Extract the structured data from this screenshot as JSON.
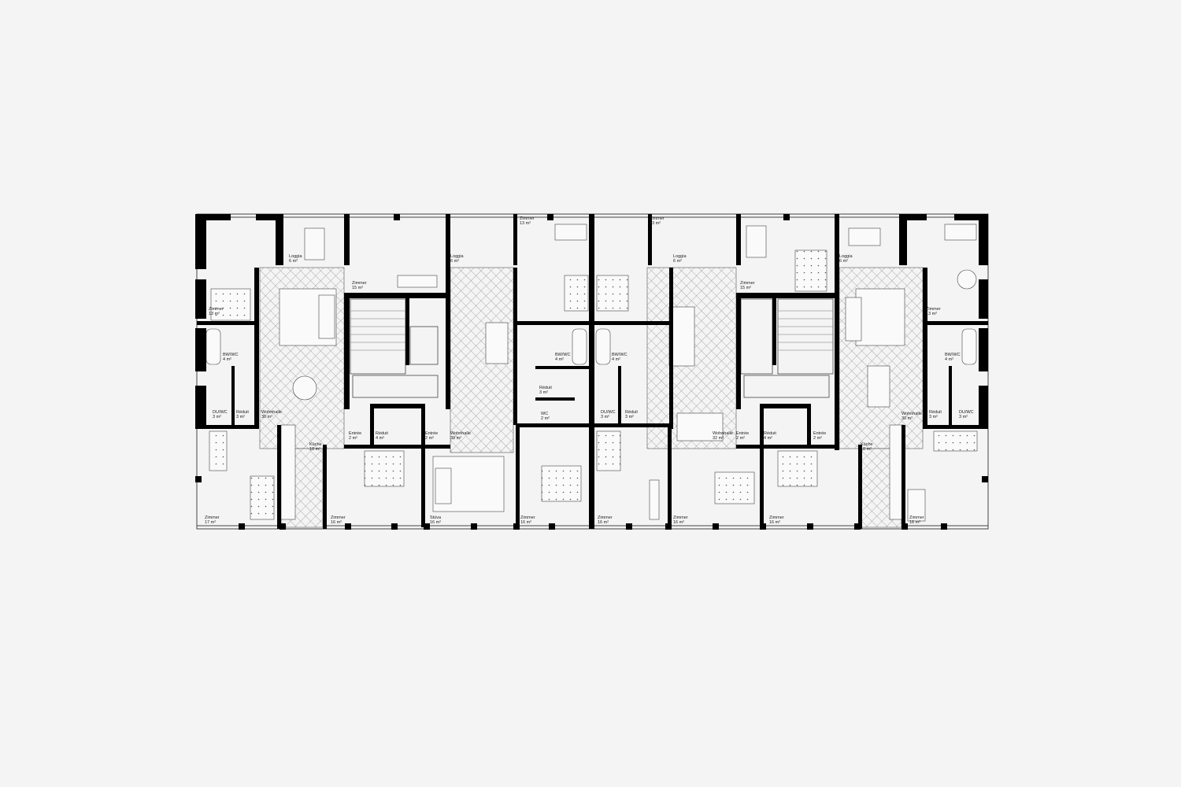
{
  "plan": {
    "colors": {
      "background": "#f4f4f4",
      "wall": "#000000",
      "line": "#333333",
      "hatch": "#9a9a9a"
    },
    "rooms": [
      {
        "name": "Zimmer",
        "area": "13 m²"
      },
      {
        "name": "Loggia",
        "area": "6 m²"
      },
      {
        "name": "Zimmer",
        "area": "15 m²"
      },
      {
        "name": "BW/WC",
        "area": "4 m²"
      },
      {
        "name": "DU/WC",
        "area": "3 m²"
      },
      {
        "name": "Réduit",
        "area": "3 m²"
      },
      {
        "name": "Wohnhalle",
        "area": "30 m²"
      },
      {
        "name": "Küche",
        "area": "10 m²"
      },
      {
        "name": "Zimmer",
        "area": "17 m²"
      },
      {
        "name": "Zimmer",
        "area": "16 m²"
      },
      {
        "name": "Entrée",
        "area": "2 m²"
      },
      {
        "name": "Réduit",
        "area": "4 m²"
      },
      {
        "name": "Entrée",
        "area": "2 m²"
      },
      {
        "name": "Wohnhalle",
        "area": "39 m²"
      },
      {
        "name": "Stüva",
        "area": "16 m²"
      },
      {
        "name": "Loggia",
        "area": "6 m²"
      },
      {
        "name": "Zimmer",
        "area": "13 m²"
      },
      {
        "name": "BW/WC",
        "area": "4 m²"
      },
      {
        "name": "Réduit",
        "area": "3 m²"
      },
      {
        "name": "WC",
        "area": "2 m²"
      },
      {
        "name": "Zimmer",
        "area": "16 m²"
      },
      {
        "name": "Zimmer",
        "area": "13 m²"
      },
      {
        "name": "BW/WC",
        "area": "4 m²"
      },
      {
        "name": "DU/WC",
        "area": "3 m²"
      },
      {
        "name": "Réduit",
        "area": "3 m²"
      },
      {
        "name": "Zimmer",
        "area": "16 m²"
      },
      {
        "name": "Loggia",
        "area": "6 m²"
      },
      {
        "name": "Wohnhalle",
        "area": "32 m²"
      },
      {
        "name": "Zimmer",
        "area": "16 m²"
      },
      {
        "name": "Zimmer",
        "area": "15 m²"
      },
      {
        "name": "Entrée",
        "area": "2 m²"
      },
      {
        "name": "Réduit",
        "area": "4 m²"
      },
      {
        "name": "Entrée",
        "area": "2 m²"
      },
      {
        "name": "Zimmer",
        "area": "16 m²"
      },
      {
        "name": "Loggia",
        "area": "6 m²"
      },
      {
        "name": "Küche",
        "area": "10 m²"
      },
      {
        "name": "Wohnhalle",
        "area": "30 m²"
      },
      {
        "name": "Réduit",
        "area": "3 m²"
      },
      {
        "name": "DU/WC",
        "area": "3 m²"
      },
      {
        "name": "BW/WC",
        "area": "4 m²"
      },
      {
        "name": "Zimmer",
        "area": "13 m²"
      },
      {
        "name": "Zimmer",
        "area": "16 m²"
      }
    ]
  }
}
